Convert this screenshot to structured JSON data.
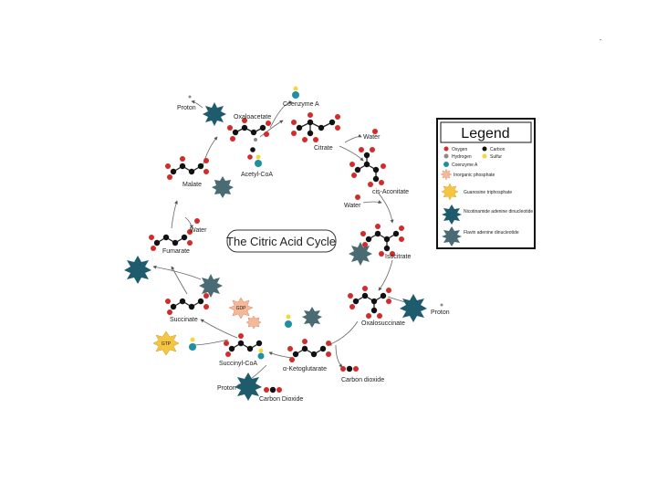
{
  "page_mark": "-",
  "title": "The Citric Acid Cycle",
  "legend": {
    "title": "Legend",
    "entries": [
      {
        "label": "Oxygen",
        "icon": "red-circle",
        "color": "#d42a2a"
      },
      {
        "label": "Carbon",
        "icon": "black-circle",
        "color": "#111111"
      },
      {
        "label": "Hydrogen",
        "icon": "gray-circle",
        "color": "#8a8a8a"
      },
      {
        "label": "Sulfur",
        "icon": "yellow-circle",
        "color": "#f2d83c"
      },
      {
        "label": "Coenzyme A",
        "icon": "teal-circle",
        "color": "#1f8fa3"
      },
      {
        "label": "Inorganic phosphate",
        "icon": "phosphate-burst",
        "color": "#f4b89a"
      },
      {
        "label": "Guanosine triphosphate",
        "icon": "gtp-burst",
        "color": "#f5c542"
      },
      {
        "label": "Nicotinamide adenine dinucleotide",
        "icon": "nad-burst",
        "color": "#1d5b6d"
      },
      {
        "label": "Flavin adenine dinucleotide",
        "icon": "fad-burst",
        "color": "#4a6b74"
      }
    ]
  },
  "molecules": {
    "oxaloacetate": "Oxaloacetate",
    "coenzyme_a": "Coenzyme A",
    "acetyl_coa": "Acetyl-CoA",
    "citrate": "Citrate",
    "water_1": "Water",
    "cis_aconitate": "cis-Aconitate",
    "water_2": "Water",
    "isocitrate": "Isocitrate",
    "oxalosuccinate": "Oxalosuccinate",
    "proton_1": "Proton",
    "alpha_ketoglutarate": "α-Ketoglutarate",
    "carbon_dioxide_1": "Carbon dioxide",
    "succinyl_coa": "Succinyl-CoA",
    "proton_2": "Proton",
    "carbon_dioxide_2": "Carbon Dioxide",
    "succinate": "Succinate",
    "fumarate": "Fumarate",
    "water_3": "Water",
    "malate": "Malate",
    "proton_3": "Proton",
    "gdp": "GDP",
    "gtp": "GTP"
  },
  "colors": {
    "oxygen": "#d42a2a",
    "carbon": "#111111",
    "hydrogen": "#8a8a8a",
    "sulfur": "#f2d83c",
    "coa": "#1f8fa3",
    "nad": "#1d5b6d",
    "fad": "#4a6b74",
    "phosphate": "#f4b89a",
    "gtp": "#f5c542"
  }
}
